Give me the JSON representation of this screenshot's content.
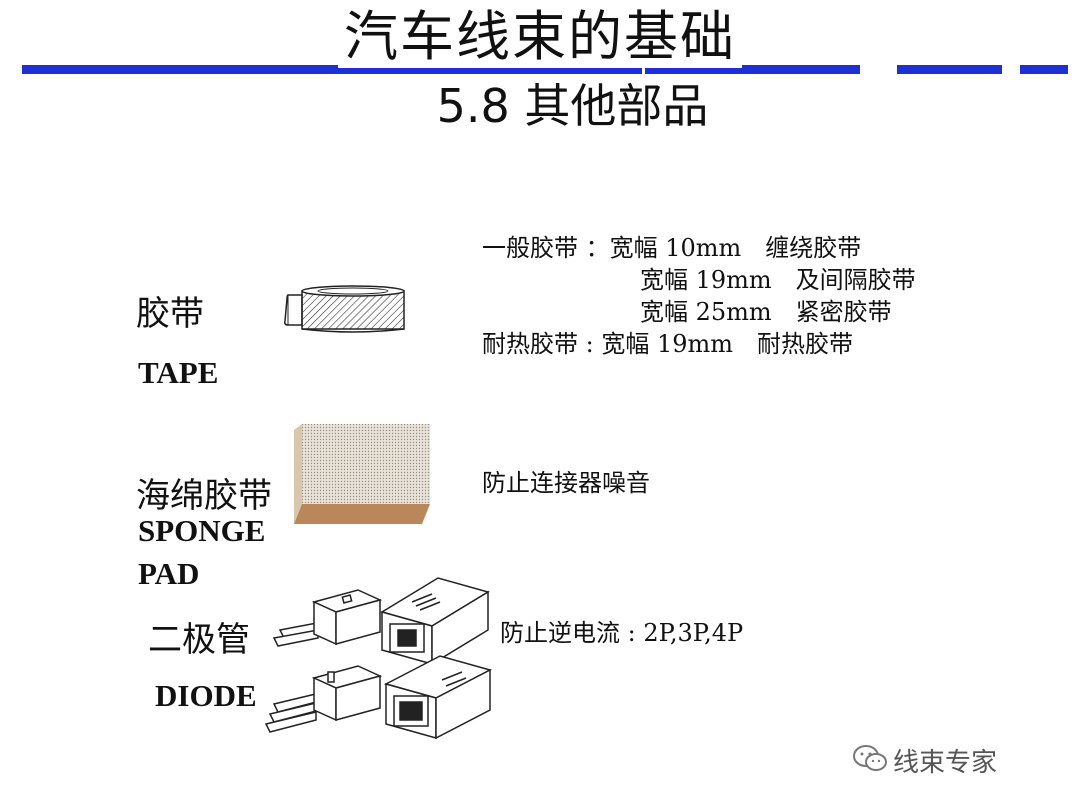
{
  "header": {
    "title": "汽车线束的基础",
    "subtitle": "5.8 其他部品",
    "accent_color": "#1f2fd6"
  },
  "tape": {
    "label_cn": "胶带",
    "label_en": "TAPE",
    "desc_lines": [
      "一般胶带 ：宽幅 10mm　缠绕胶带",
      "宽幅 19mm　及间隔胶带",
      "宽幅 25mm　紧密胶带",
      "耐热胶带 : 宽幅 19mm　耐热胶带"
    ]
  },
  "sponge": {
    "label_cn": "海绵胶带",
    "label_en_1": "SPONGE",
    "label_en_2": "PAD",
    "desc": "防止连接器噪音"
  },
  "diode": {
    "label_cn": "二极管",
    "label_en": "DIODE",
    "desc": "防止逆电流 : 2P,3P,4P"
  },
  "watermark": {
    "icon": "wechat-icon",
    "text": "线束专家"
  }
}
